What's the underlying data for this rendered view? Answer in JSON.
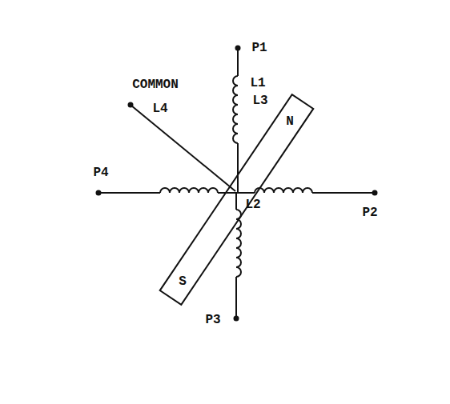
{
  "diagram": {
    "nodes": [
      {
        "text": [
          "N",
          "S"
        ]
      }
    ],
    "labels": [
      "P1",
      "COMMON",
      "L1",
      "L4",
      "L3",
      "P4",
      "P2",
      "L2",
      "P3"
    ]
  }
}
